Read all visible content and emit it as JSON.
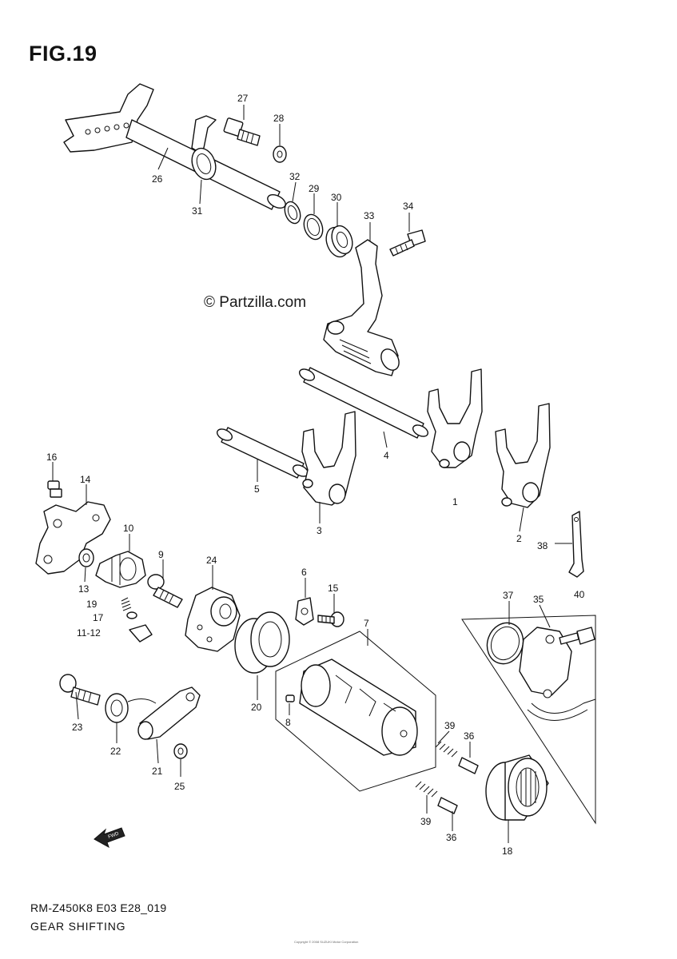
{
  "figure": {
    "title": "FIG.19",
    "watermark": "© Partzilla.com",
    "model_code": "RM-Z450K8 E03 E28_019",
    "group_name": "GEAR SHIFTING",
    "copyright_note": "Copyright © 2008 SUZUKI Motor Corporation",
    "fwd_label": "FWD"
  },
  "callouts": [
    {
      "id": "c27",
      "text": "27"
    },
    {
      "id": "c28",
      "text": "28"
    },
    {
      "id": "c26",
      "text": "26"
    },
    {
      "id": "c31",
      "text": "31"
    },
    {
      "id": "c32",
      "text": "32"
    },
    {
      "id": "c29",
      "text": "29"
    },
    {
      "id": "c30",
      "text": "30"
    },
    {
      "id": "c33",
      "text": "33"
    },
    {
      "id": "c34",
      "text": "34"
    },
    {
      "id": "c4",
      "text": "4"
    },
    {
      "id": "c5",
      "text": "5"
    },
    {
      "id": "c3",
      "text": "3"
    },
    {
      "id": "c1",
      "text": "1"
    },
    {
      "id": "c2",
      "text": "2"
    },
    {
      "id": "c38",
      "text": "38"
    },
    {
      "id": "c40",
      "text": "40"
    },
    {
      "id": "c16",
      "text": "16"
    },
    {
      "id": "c14",
      "text": "14"
    },
    {
      "id": "c10",
      "text": "10"
    },
    {
      "id": "c9",
      "text": "9"
    },
    {
      "id": "c24",
      "text": "24"
    },
    {
      "id": "c13",
      "text": "13"
    },
    {
      "id": "c19",
      "text": "19"
    },
    {
      "id": "c17",
      "text": "17"
    },
    {
      "id": "c11-12",
      "text": "11-12"
    },
    {
      "id": "c6",
      "text": "6"
    },
    {
      "id": "c15",
      "text": "15"
    },
    {
      "id": "c7",
      "text": "7"
    },
    {
      "id": "c37",
      "text": "37"
    },
    {
      "id": "c35",
      "text": "35"
    },
    {
      "id": "c20",
      "text": "20"
    },
    {
      "id": "c8",
      "text": "8"
    },
    {
      "id": "c39a",
      "text": "39"
    },
    {
      "id": "c36a",
      "text": "36"
    },
    {
      "id": "c39b",
      "text": "39"
    },
    {
      "id": "c36b",
      "text": "36"
    },
    {
      "id": "c18",
      "text": "18"
    },
    {
      "id": "c23",
      "text": "23"
    },
    {
      "id": "c22",
      "text": "22"
    },
    {
      "id": "c21",
      "text": "21"
    },
    {
      "id": "c25",
      "text": "25"
    }
  ]
}
